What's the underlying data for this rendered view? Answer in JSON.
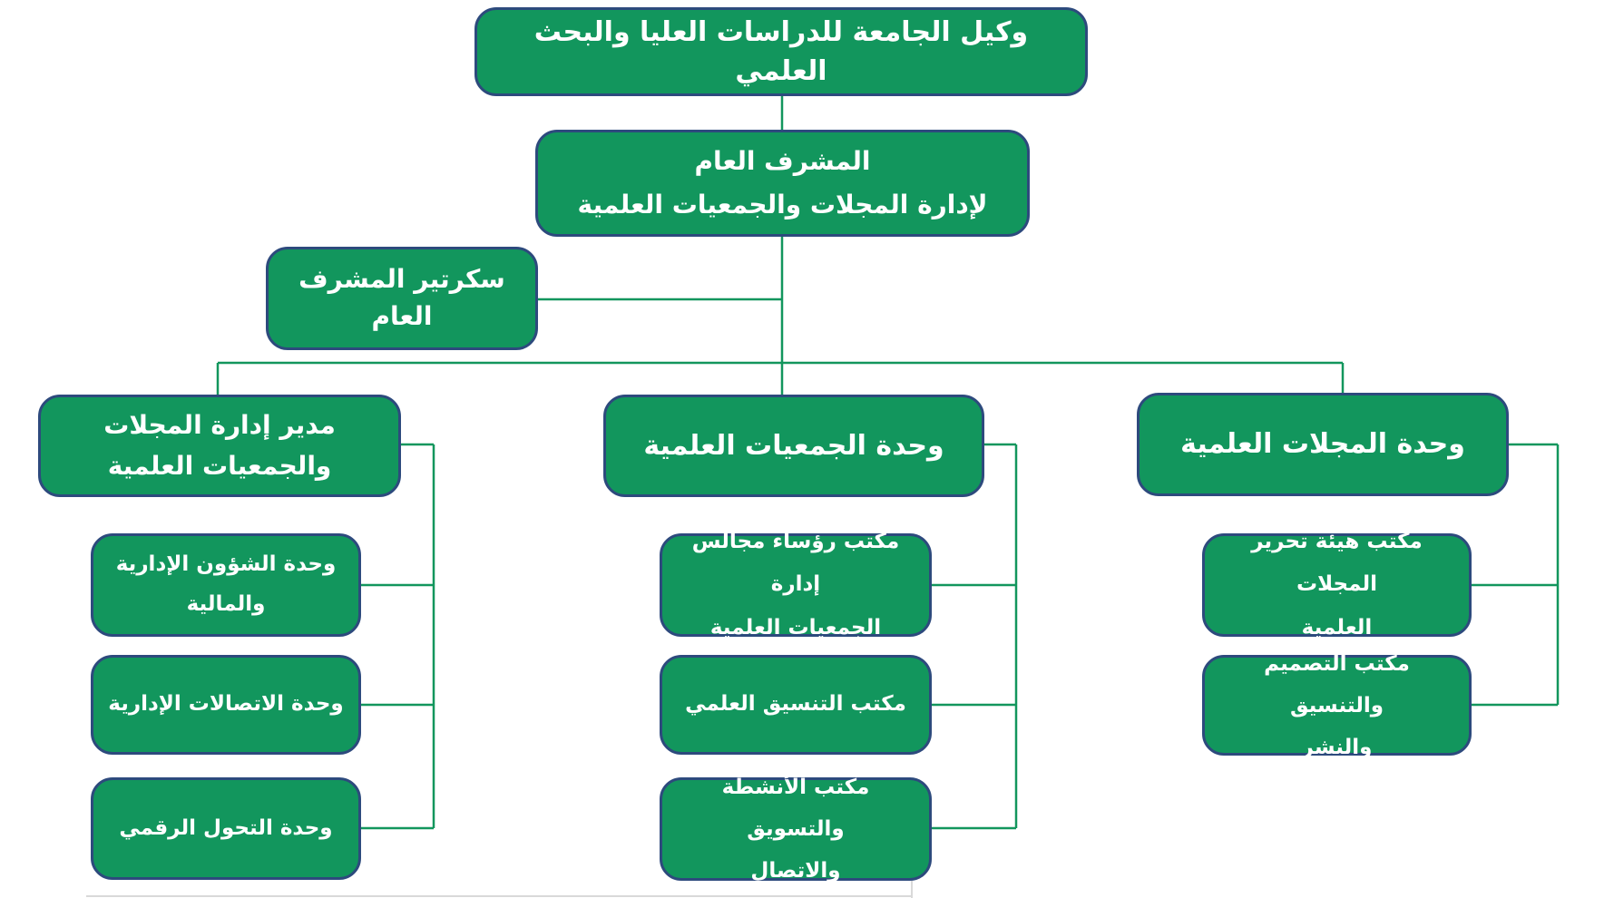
{
  "org_chart": {
    "direction": "rtl",
    "colors": {
      "box_fill": "#12965D",
      "box_border": "#2D4A7D",
      "connector": "#12965D",
      "text": "#FFFFFF",
      "background": "#FFFFFF"
    },
    "nodes": {
      "vice_rector": {
        "label": "وكيل الجامعة للدراسات العليا والبحث العلمي"
      },
      "general_supervisor": {
        "line1": "المشرف العام",
        "line2": "لإدارة المجلات والجمعيات العلمية"
      },
      "secretary": {
        "label": "سكرتير المشرف العام"
      },
      "director": {
        "line1": "مدير إدارة المجلات",
        "line2": "والجمعيات العلمية"
      },
      "societies_unit": {
        "label": "وحدة الجمعيات العلمية"
      },
      "journals_unit": {
        "label": "وحدة المجلات العلمية"
      },
      "admin_financial_unit": {
        "line1": "وحدة الشؤون الإدارية",
        "line2": "والمالية"
      },
      "admin_comms_unit": {
        "label": "وحدة الاتصالات الإدارية"
      },
      "digital_unit": {
        "label": "وحدة التحول الرقمي"
      },
      "boards_office": {
        "line1": "مكتب رؤساء مجالس إدارة",
        "line2": "الجمعيات العلمية"
      },
      "coordination_office": {
        "label": "مكتب التنسيق العلمي"
      },
      "activities_office": {
        "line1": "مكتب الأنشطة والتسويق",
        "line2": "والاتصال"
      },
      "editorial_office": {
        "line1": "مكتب هيئة تحرير المجلات",
        "line2": "العلمية"
      },
      "design_office": {
        "line1": "مكتب التصميم والتنسيق",
        "line2": "والنشر"
      }
    }
  }
}
